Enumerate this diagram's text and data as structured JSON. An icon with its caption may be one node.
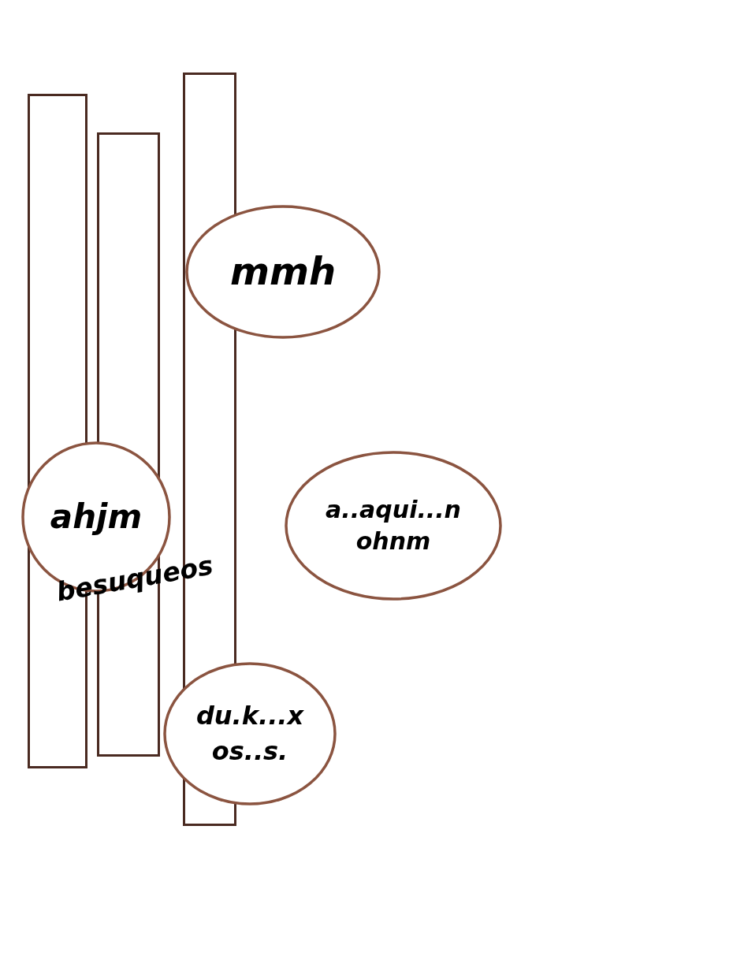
{
  "diagram": {
    "nodes": [
      {
        "text": [],
        "shape": "bar"
      },
      {
        "text": [],
        "shape": "bar"
      },
      {
        "text": [],
        "shape": "bar"
      },
      {
        "text": [
          "mmh"
        ]
      },
      {
        "text": [
          "ahjm"
        ]
      },
      {
        "text": [
          "a..aqui...n ohnm"
        ]
      },
      {
        "text": [
          "du.k...x os..s."
        ]
      }
    ],
    "labels": [
      "besuqueos"
    ]
  }
}
